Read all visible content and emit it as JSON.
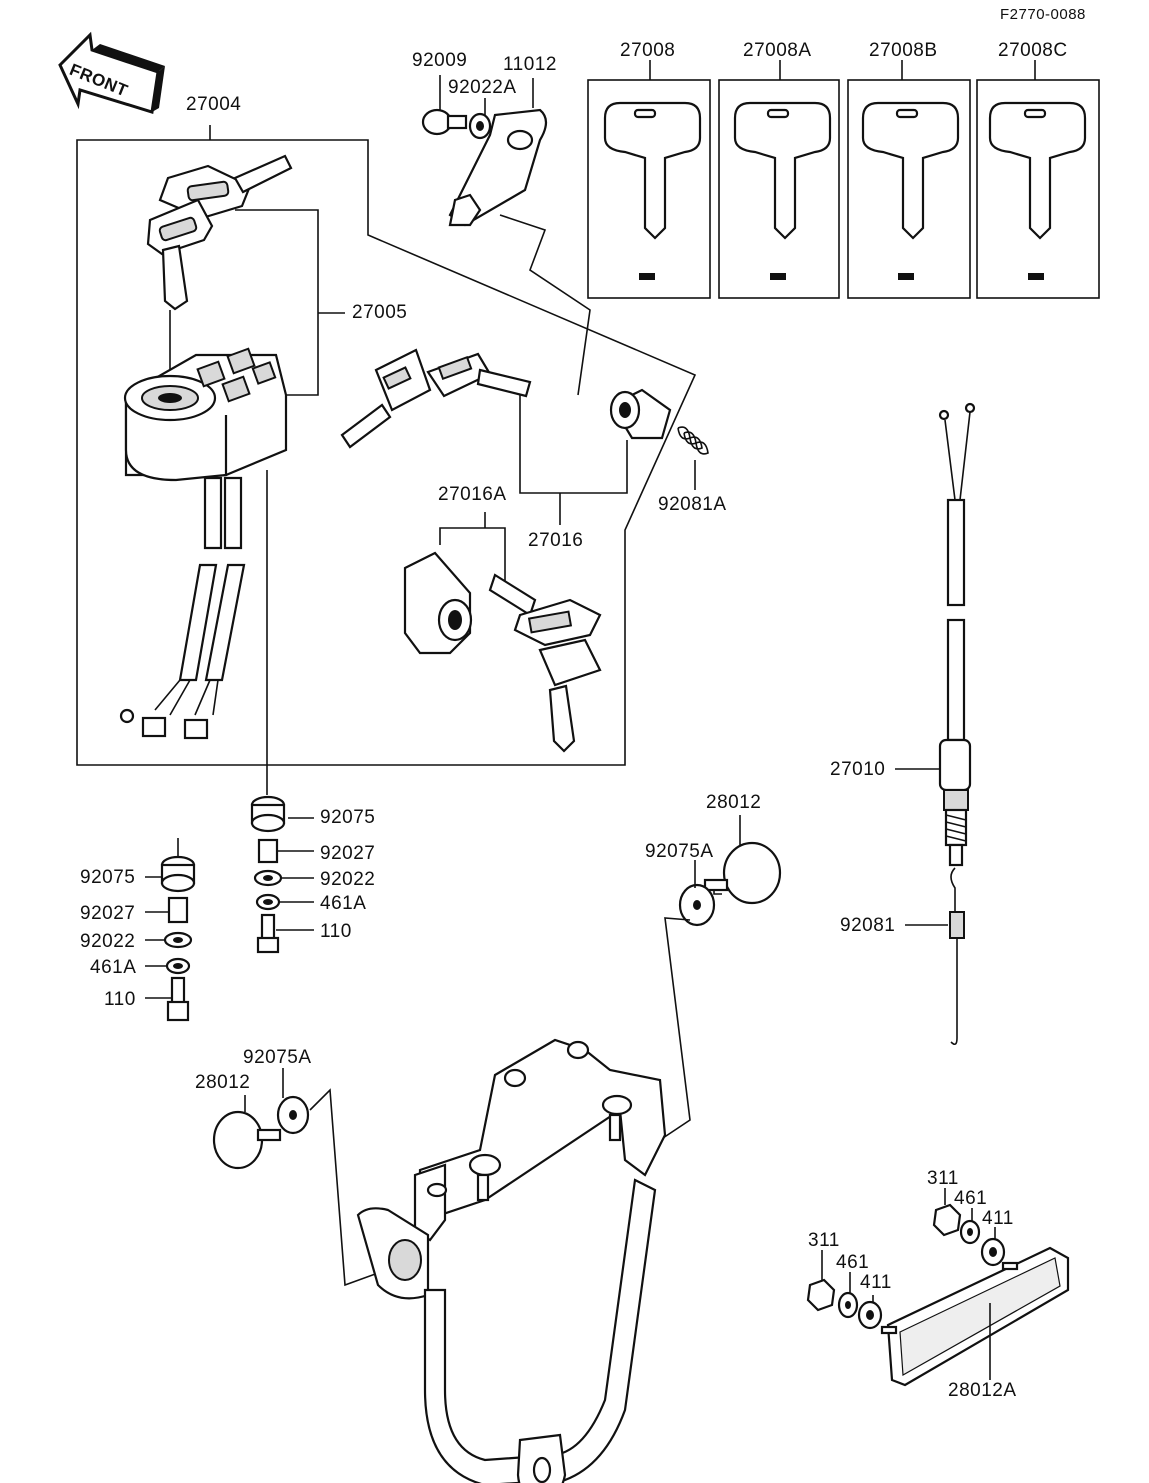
{
  "reference": "F2770-0088",
  "front_arrow": "FRONT",
  "labels": {
    "p27004": "27004",
    "p27005": "27005",
    "p92009": "92009",
    "p92022A_top": "92022A",
    "p11012": "11012",
    "p27008": "27008",
    "p27008A": "27008A",
    "p27008B": "27008B",
    "p27008C": "27008C",
    "p27016A": "27016A",
    "p27016": "27016",
    "p92081A": "92081A",
    "p27010": "27010",
    "p92081": "92081",
    "p92075_r": "92075",
    "p92027_r": "92027",
    "p92022_r": "92022",
    "p461A_r": "461A",
    "p110_r": "110",
    "p92075_l": "92075",
    "p92027_l": "92027",
    "p92022_l": "92022",
    "p461A_l": "461A",
    "p110_l": "110",
    "p28012_r": "28012",
    "p92075A_r": "92075A",
    "p28012_l": "28012",
    "p92075A_l": "92075A",
    "p311_a": "311",
    "p461_a": "461",
    "p411_a": "411",
    "p311_b": "311",
    "p461_b": "461",
    "p411_b": "411",
    "p28012A": "28012A"
  }
}
